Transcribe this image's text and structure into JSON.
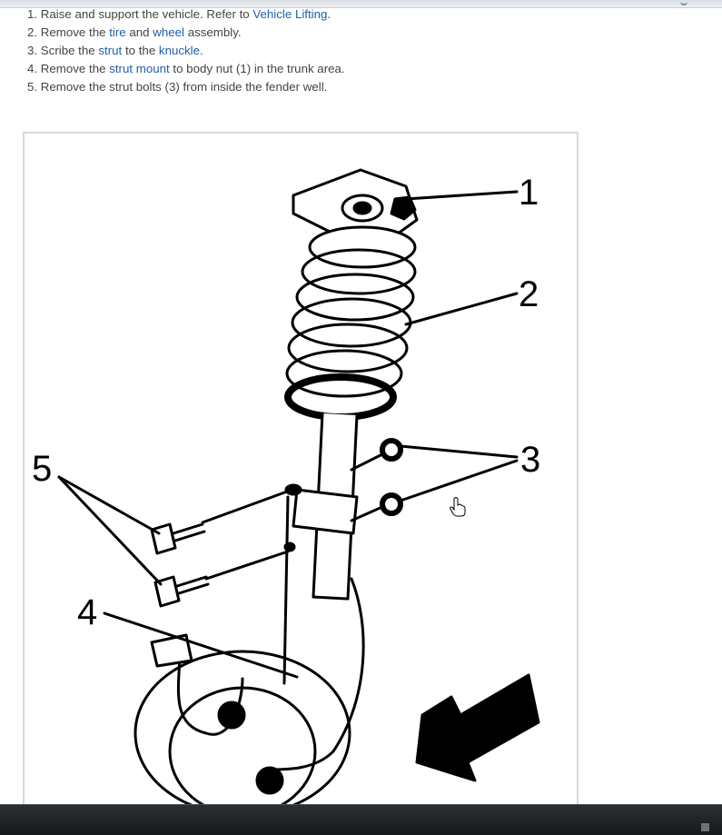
{
  "steps": [
    {
      "n": "1.",
      "parts": [
        {
          "t": "Raise and support the vehicle. Refer to "
        },
        {
          "t": "Vehicle Lifting",
          "link": true
        },
        {
          "t": "."
        }
      ]
    },
    {
      "n": "2.",
      "parts": [
        {
          "t": "Remove the "
        },
        {
          "t": "tire",
          "link": true
        },
        {
          "t": " and "
        },
        {
          "t": "wheel",
          "link": true
        },
        {
          "t": " assembly."
        }
      ]
    },
    {
      "n": "3.",
      "parts": [
        {
          "t": "Scribe the "
        },
        {
          "t": "strut",
          "link": true
        },
        {
          "t": " to the "
        },
        {
          "t": "knuckle",
          "link": true
        },
        {
          "t": "."
        }
      ]
    },
    {
      "n": "4.",
      "parts": [
        {
          "t": "Remove the "
        },
        {
          "t": "strut mount",
          "link": true
        },
        {
          "t": " to body nut (1) in the trunk area."
        }
      ]
    },
    {
      "n": "5.",
      "parts": [
        {
          "t": "Remove the strut bolts (3) from inside the fender well."
        }
      ]
    }
  ],
  "diagram": {
    "callouts": {
      "c1": "1",
      "c2": "2",
      "c3": "3",
      "c4": "4",
      "c5": "5"
    }
  },
  "colors": {
    "link": "#1f5fa8",
    "text": "#444444",
    "taskbar": "#1e2125"
  },
  "icons": {
    "cursor": "hand-pointer-icon"
  }
}
